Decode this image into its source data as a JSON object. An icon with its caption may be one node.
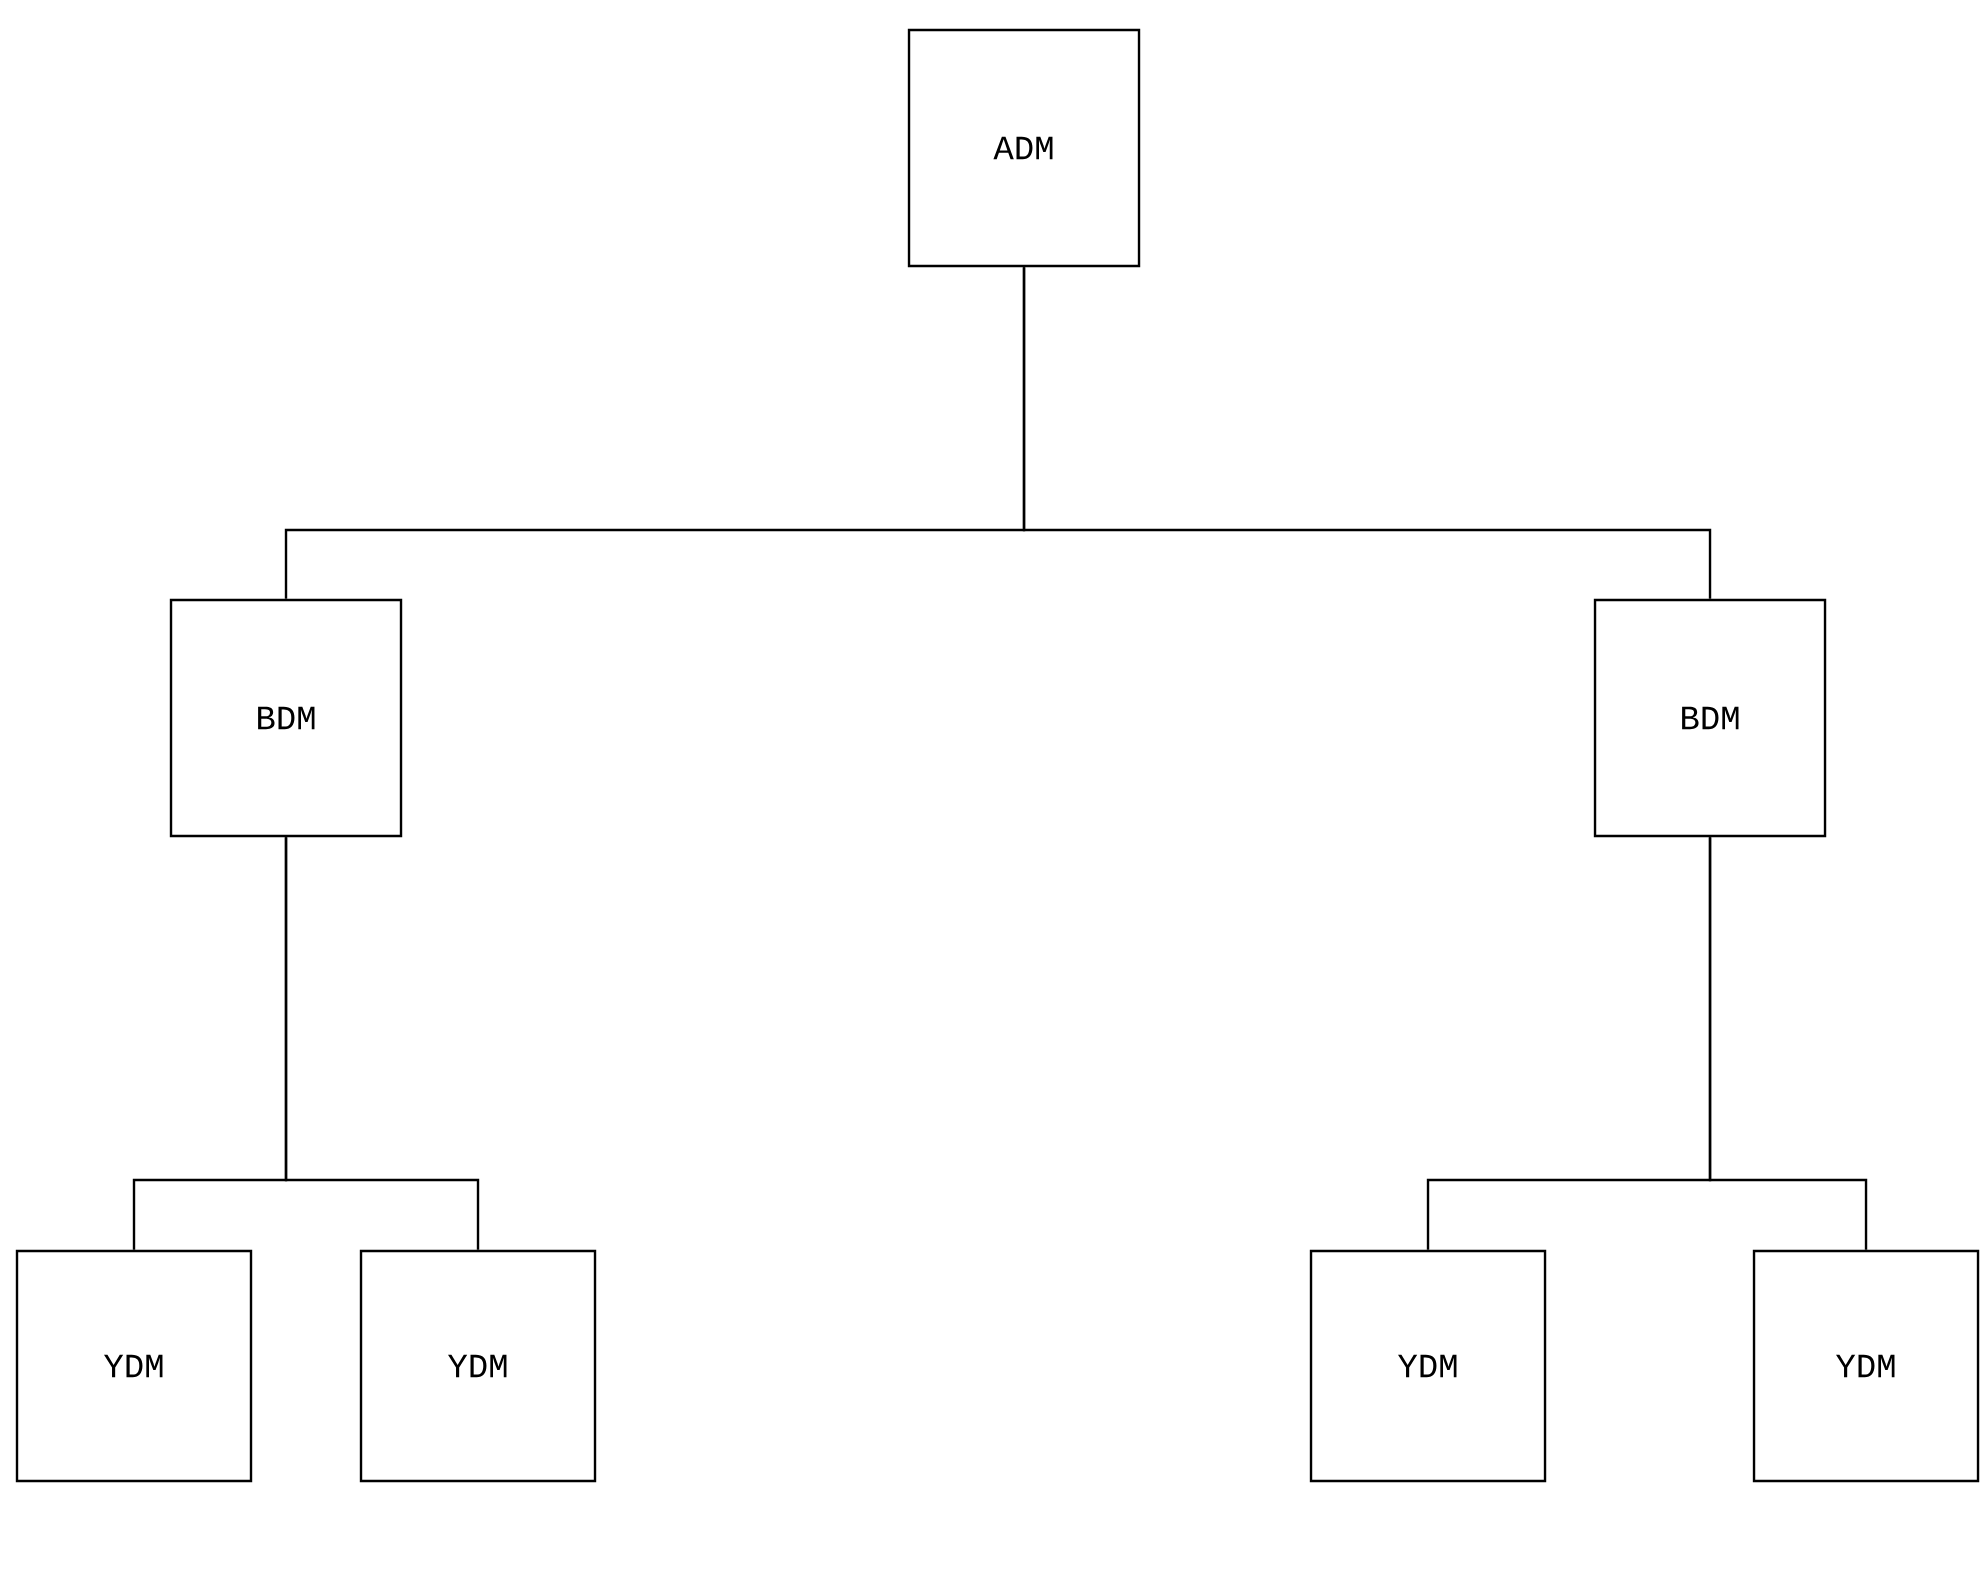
{
  "diagram": {
    "nodes": [
      {
        "text": [
          "ADM"
        ]
      },
      {
        "text": [
          "BDM"
        ]
      },
      {
        "text": [
          "BDM"
        ]
      },
      {
        "text": [
          "YDM"
        ]
      },
      {
        "text": [
          "YDM"
        ]
      },
      {
        "text": [
          "YDM"
        ]
      },
      {
        "text": [
          "YDM"
        ]
      }
    ],
    "edges": [
      {
        "from": 0,
        "to": 1,
        "arrow": "none"
      },
      {
        "from": 0,
        "to": 2,
        "arrow": "none"
      },
      {
        "from": 1,
        "to": 3,
        "arrow": "none"
      },
      {
        "from": 1,
        "to": 4,
        "arrow": "none"
      },
      {
        "from": 2,
        "to": 5,
        "arrow": "none"
      },
      {
        "from": 2,
        "to": 6,
        "arrow": "none"
      }
    ]
  }
}
